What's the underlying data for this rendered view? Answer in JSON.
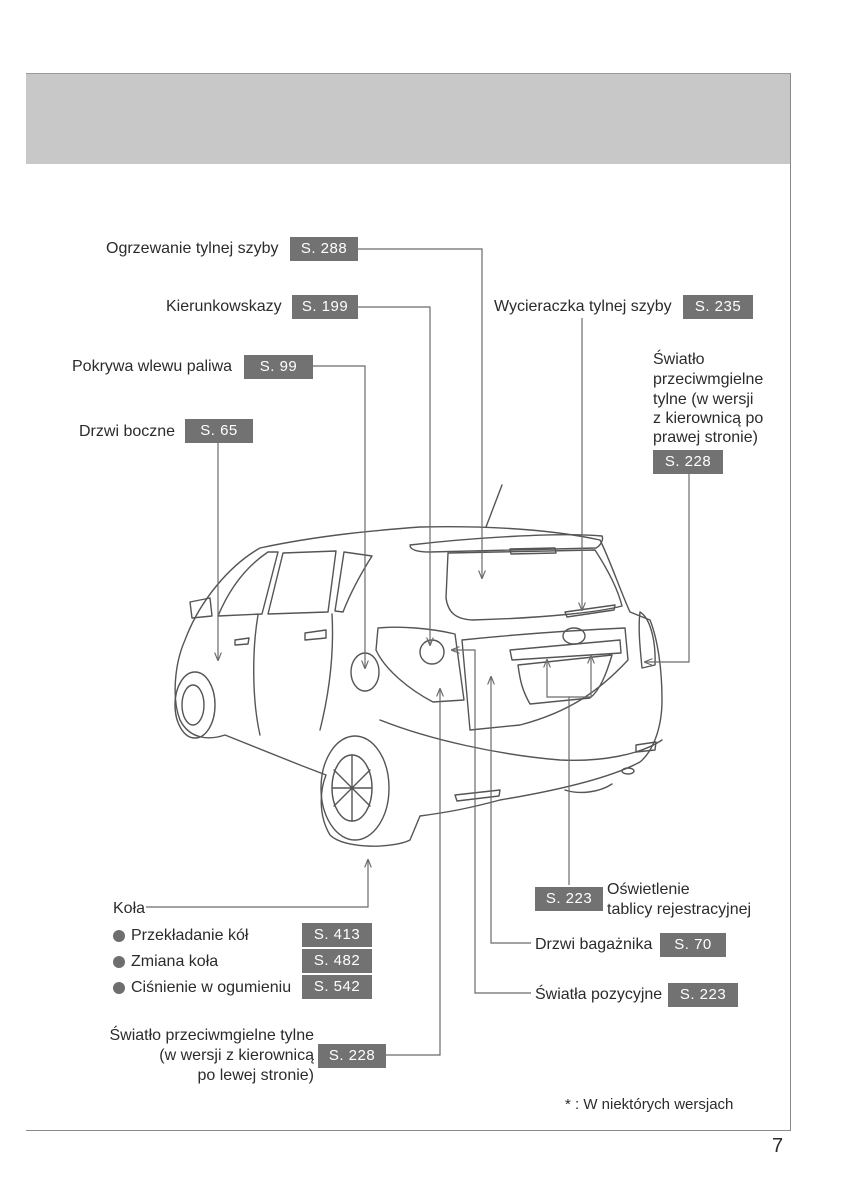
{
  "callouts": {
    "rear_window_heater": {
      "label": "Ogrzewanie tylnej szyby",
      "page": "S. 288"
    },
    "turn_signals": {
      "label": "Kierunkowskazy",
      "page": "S. 199"
    },
    "fuel_door": {
      "label": "Pokrywa wlewu paliwa",
      "page": "S. 99"
    },
    "side_doors": {
      "label": "Drzwi boczne",
      "page": "S. 65"
    },
    "rear_wiper": {
      "label": "Wycieraczka tylnej szyby",
      "page": "S. 235"
    },
    "rear_fog_rhd": {
      "line1": "Światło",
      "line2": "przeciwmgielne",
      "line3": "tylne (w wersji",
      "line4": "z kierownicą po",
      "line5": "prawej stronie)",
      "page": "S. 228"
    },
    "license_light": {
      "line1": "Oświetlenie",
      "line2": "tablicy rejestracyjnej",
      "page": "S. 223"
    },
    "tailgate": {
      "label": "Drzwi bagażnika",
      "page": "S. 70"
    },
    "position_lights": {
      "label": "Światła pozycyjne",
      "page": "S. 223"
    },
    "rear_fog_lhd": {
      "line1": "Światło przeciwmgielne tylne",
      "line2": "(w wersji z kierownicą",
      "line3": "po lewej stronie)",
      "page": "S. 228"
    }
  },
  "wheels": {
    "title": "Koła",
    "items": [
      {
        "label": "Przekładanie kół",
        "page": "S. 413"
      },
      {
        "label": "Zmiana koła",
        "page": "S. 482"
      },
      {
        "label": "Ciśnienie w ogumieniu",
        "page": "S. 542"
      }
    ]
  },
  "footnote": "* : W niektórych wersjach",
  "page_number": "7"
}
